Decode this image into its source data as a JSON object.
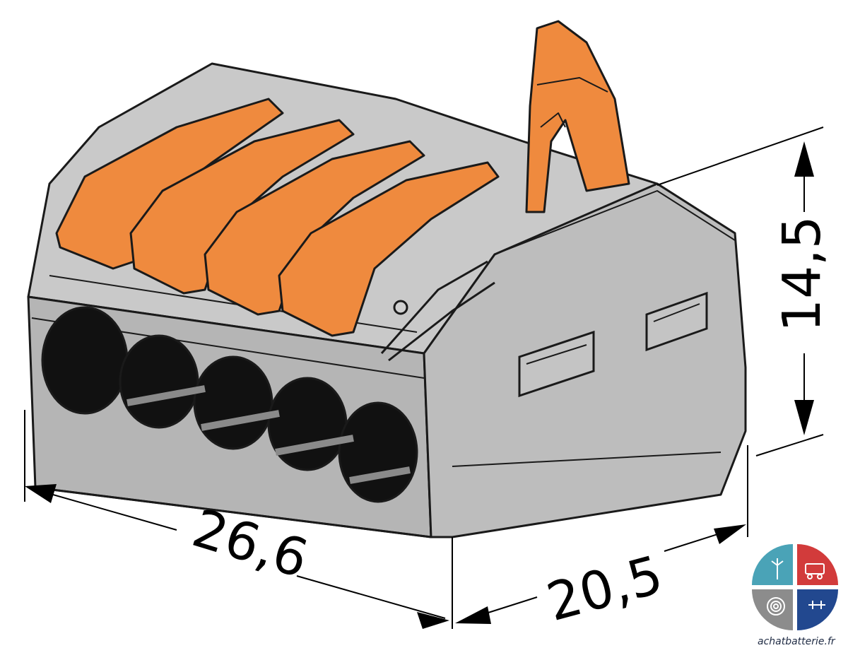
{
  "dimensions": {
    "length": "26,6",
    "width": "20,5",
    "height": "14,5"
  },
  "brand": {
    "name": "achatbatterie.fr",
    "quadrant_icons": [
      "wind-turbine-icon",
      "vehicle-battery-icon",
      "coil-icon",
      "drone-icon"
    ]
  },
  "colors": {
    "housing": "#b7b7b7",
    "housing_dark": "#8f8f8f",
    "lever": "#ef8a3e",
    "lever_dark": "#c9692a",
    "port": "#111111",
    "logo_teal": "#4aa3b7",
    "logo_red": "#d23b3b",
    "logo_grey": "#8c8c8c",
    "logo_navy": "#22488f"
  }
}
